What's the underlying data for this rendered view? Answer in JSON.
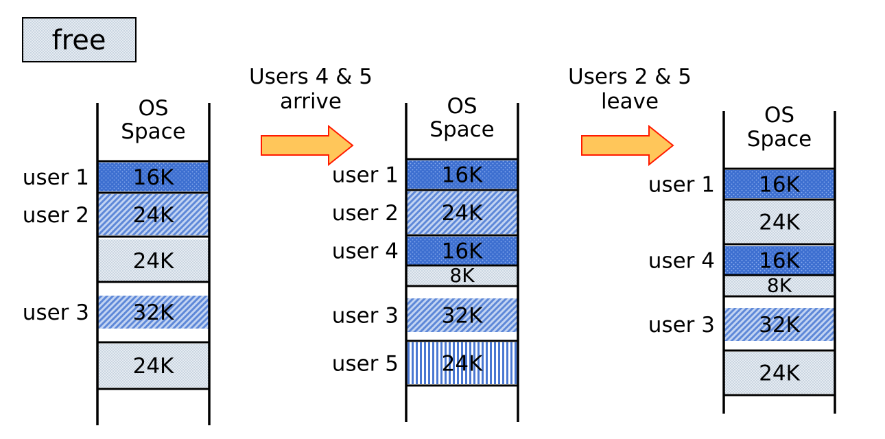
{
  "legend": {
    "label": "free"
  },
  "os_label": [
    "OS",
    "Space"
  ],
  "arrows": [
    {
      "lines": [
        "Users 4 & 5",
        "arrive"
      ]
    },
    {
      "lines": [
        "Users 2 & 5",
        "leave"
      ]
    }
  ],
  "stages": [
    {
      "blocks": [
        {
          "user": "user 1",
          "size": "16K",
          "fill": "dots"
        },
        {
          "user": "user 2",
          "size": "24K",
          "fill": "diag"
        },
        {
          "user": "",
          "size": "24K",
          "fill": "free"
        },
        {
          "user": "user 3",
          "size": "32K",
          "fill": "diag"
        },
        {
          "user": "",
          "size": "24K",
          "fill": "free"
        }
      ]
    },
    {
      "blocks": [
        {
          "user": "user 1",
          "size": "16K",
          "fill": "dots"
        },
        {
          "user": "user 2",
          "size": "24K",
          "fill": "diag"
        },
        {
          "user": "user 4",
          "size": "16K",
          "fill": "dots"
        },
        {
          "user": "",
          "size": "8K",
          "fill": "free"
        },
        {
          "user": "user 3",
          "size": "32K",
          "fill": "diag"
        },
        {
          "user": "user 5",
          "size": "24K",
          "fill": "vert"
        }
      ]
    },
    {
      "blocks": [
        {
          "user": "user 1",
          "size": "16K",
          "fill": "dots"
        },
        {
          "user": "",
          "size": "24K",
          "fill": "free"
        },
        {
          "user": "user 4",
          "size": "16K",
          "fill": "dots"
        },
        {
          "user": "",
          "size": "8K",
          "fill": "free"
        },
        {
          "user": "user 3",
          "size": "32K",
          "fill": "diag"
        },
        {
          "user": "",
          "size": "24K",
          "fill": "free"
        }
      ]
    }
  ],
  "colors": {
    "allocated_dark": "#3d6fd0",
    "allocated_light": "#5a86d8",
    "free": "#e2e8ee",
    "arrow_fill": "#ffc65a",
    "arrow_stroke": "#ff1a00"
  }
}
